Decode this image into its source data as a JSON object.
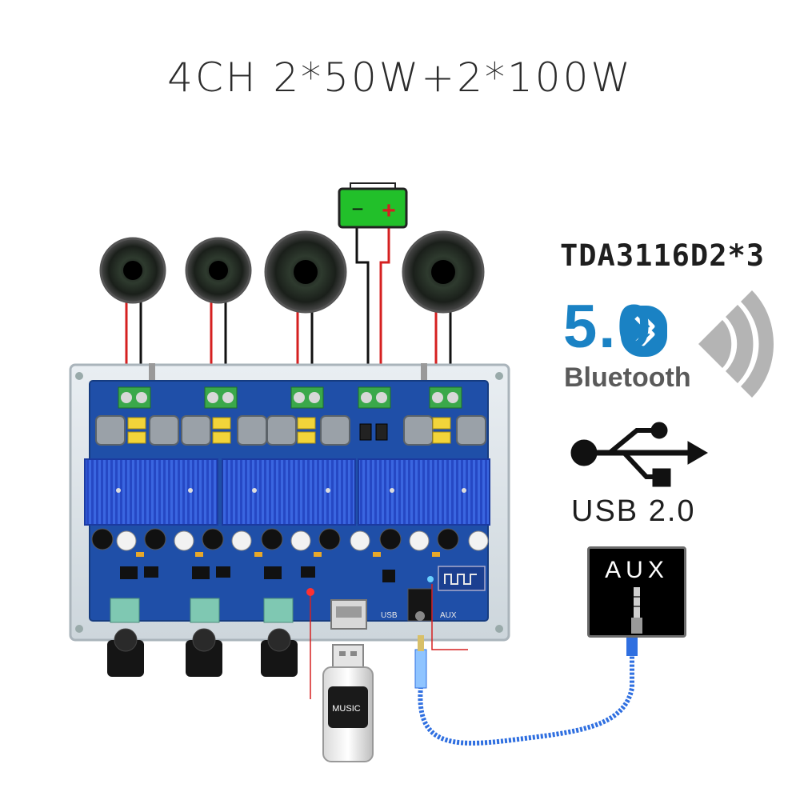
{
  "header": {
    "title": "4CH 2*50W+2*100W"
  },
  "specs": {
    "chip": "TDA3116D2*3",
    "bluetooth_version": "5.0",
    "bluetooth_word": "Bluetooth",
    "usb": "USB 2.0",
    "aux": "AUX"
  },
  "board": {
    "usb_port_label": "USB",
    "aux_port_label": "AUX",
    "usb_stick_label": "MUSIC"
  },
  "power_supply": {
    "minus": "−",
    "plus": "+"
  },
  "colors": {
    "board_blue": "#1f4fa8",
    "heatsink_blue": "#3a66e0",
    "terminal_green": "#3aa84a",
    "battery_green": "#22c02a",
    "bluetooth_blue": "#1a82c4",
    "wire_red": "#d52020",
    "aux_cable_blue": "#2f6fe0"
  }
}
